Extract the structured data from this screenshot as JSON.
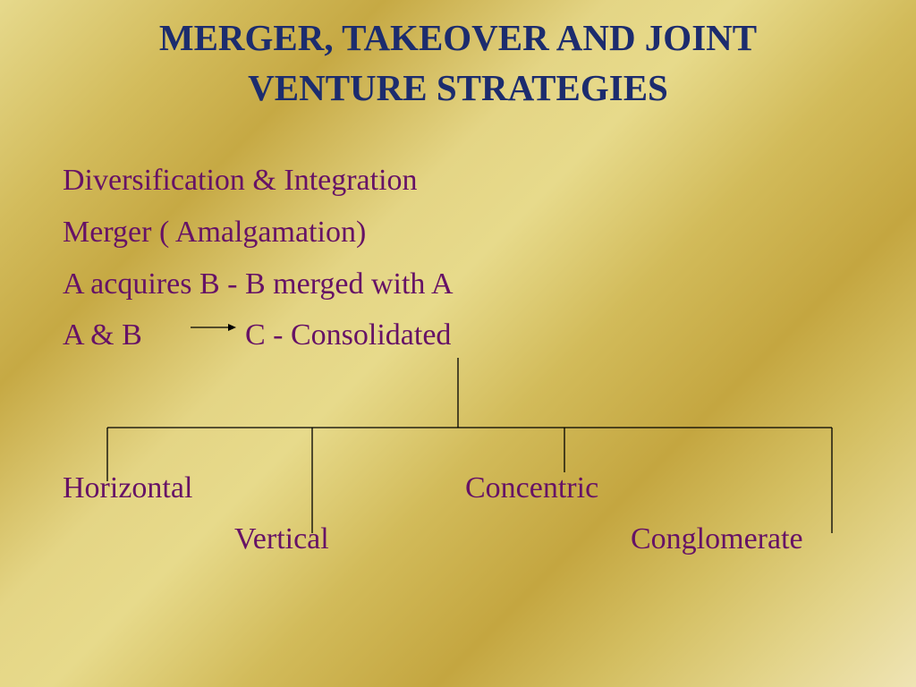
{
  "slide": {
    "title_line1": "MERGER, TAKEOVER AND JOINT",
    "title_line2": "VENTURE STRATEGIES",
    "lines": [
      "Diversification & Integration",
      "Merger ( Amalgamation)",
      "A acquires B - B merged with A"
    ],
    "consolidation": {
      "left": "A & B",
      "right": "C - Consolidated"
    },
    "tree_leaves": {
      "horizontal": "Horizontal",
      "vertical": "Vertical",
      "concentric": "Concentric",
      "conglomerate": "Conglomerate"
    },
    "text_color": "#661266",
    "title_color": "#1c2c6e"
  }
}
